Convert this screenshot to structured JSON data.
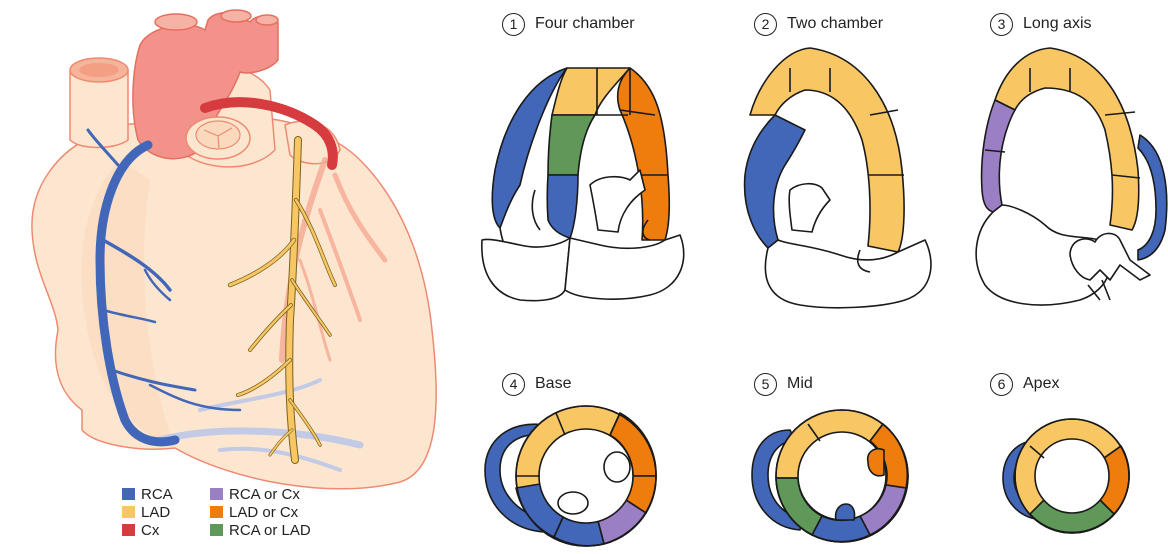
{
  "colors": {
    "rca": "#4267b8",
    "lad": "#f8c764",
    "cx": "#d63b3f",
    "rca_or_cx": "#9b7fc4",
    "lad_or_cx": "#ef7d0e",
    "rca_or_lad": "#5f9858",
    "heart_fill": "#fde6cf",
    "heart_outline": "#ee8a72",
    "aorta": "#f3928a"
  },
  "legend": [
    {
      "label": "RCA",
      "color_key": "rca"
    },
    {
      "label": "LAD",
      "color_key": "lad"
    },
    {
      "label": "Cx",
      "color_key": "cx"
    },
    {
      "label": "RCA or Cx",
      "color_key": "rca_or_cx"
    },
    {
      "label": "LAD or Cx",
      "color_key": "lad_or_cx"
    },
    {
      "label": "RCA or LAD",
      "color_key": "rca_or_lad"
    }
  ],
  "views": [
    {
      "number": "1",
      "label": "Four chamber"
    },
    {
      "number": "2",
      "label": "Two chamber"
    },
    {
      "number": "3",
      "label": "Long axis"
    },
    {
      "number": "4",
      "label": "Base"
    },
    {
      "number": "5",
      "label": "Mid"
    },
    {
      "number": "6",
      "label": "Apex"
    }
  ]
}
